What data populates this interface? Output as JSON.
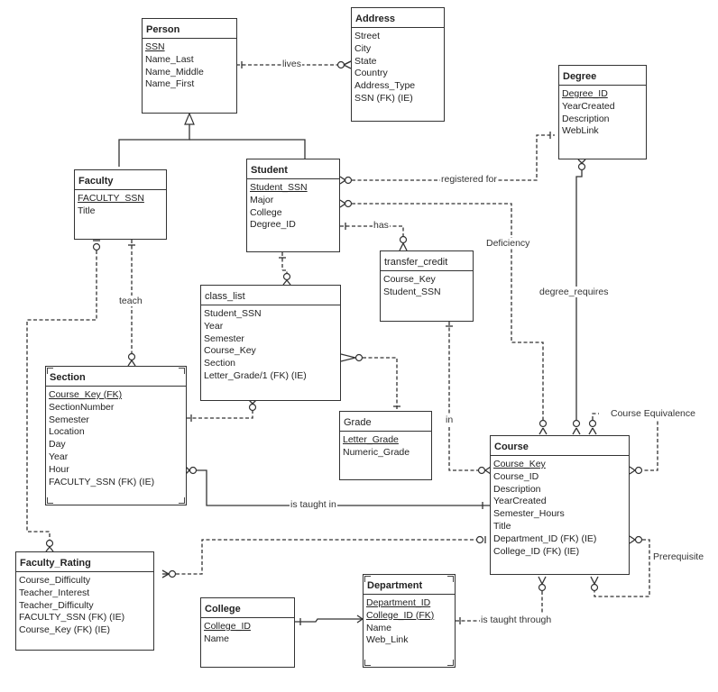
{
  "entities": {
    "person": {
      "name": "Person",
      "attributes": [
        {
          "name": "SSN",
          "pk": true
        },
        {
          "name": "Name_Last"
        },
        {
          "name": "Name_Middle"
        },
        {
          "name": "Name_First"
        }
      ]
    },
    "address": {
      "name": "Address",
      "attributes": [
        {
          "name": "Street"
        },
        {
          "name": "City"
        },
        {
          "name": "State"
        },
        {
          "name": "Country"
        },
        {
          "name": "Address_Type"
        },
        {
          "name": "SSN (FK) (IE)"
        }
      ]
    },
    "degree": {
      "name": "Degree",
      "attributes": [
        {
          "name": "Degree_ID",
          "pk": true
        },
        {
          "name": "YearCreated"
        },
        {
          "name": "Description"
        },
        {
          "name": "WebLink"
        }
      ]
    },
    "faculty": {
      "name": "Faculty",
      "attributes": [
        {
          "name": "FACULTY_SSN",
          "pk": true
        },
        {
          "name": "Title"
        }
      ]
    },
    "student": {
      "name": "Student",
      "attributes": [
        {
          "name": "Student_SSN",
          "pk": true
        },
        {
          "name": "Major"
        },
        {
          "name": "College"
        },
        {
          "name": "Degree_ID"
        }
      ]
    },
    "transfer_credit": {
      "name": "transfer_credit",
      "attributes": [
        {
          "name": "Course_Key"
        },
        {
          "name": "Student_SSN"
        }
      ]
    },
    "class_list": {
      "name": "class_list",
      "attributes": [
        {
          "name": "Student_SSN"
        },
        {
          "name": "Year"
        },
        {
          "name": "Semester"
        },
        {
          "name": "Course_Key"
        },
        {
          "name": "Section"
        },
        {
          "name": "Letter_Grade/1 (FK) (IE)"
        }
      ]
    },
    "section": {
      "name": "Section",
      "attributes": [
        {
          "name": "Course_Key (FK)",
          "pk": true
        },
        {
          "name": "SectionNumber"
        },
        {
          "name": "Semester"
        },
        {
          "name": "Location"
        },
        {
          "name": "Day"
        },
        {
          "name": "Year"
        },
        {
          "name": "Hour"
        },
        {
          "name": "FACULTY_SSN (FK) (IE)"
        }
      ]
    },
    "grade": {
      "name": "Grade",
      "attributes": [
        {
          "name": "Letter_Grade",
          "pk": true
        },
        {
          "name": "Numeric_Grade"
        }
      ]
    },
    "course": {
      "name": "Course",
      "attributes": [
        {
          "name": "Course_Key",
          "pk": true
        },
        {
          "name": "Course_ID"
        },
        {
          "name": "Description"
        },
        {
          "name": "YearCreated"
        },
        {
          "name": "Semester_Hours"
        },
        {
          "name": "Title"
        },
        {
          "name": "Department_ID (FK) (IE)"
        },
        {
          "name": "College_ID (FK) (IE)"
        }
      ]
    },
    "faculty_rating": {
      "name": "Faculty_Rating",
      "attributes": [
        {
          "name": "Course_Difficulty"
        },
        {
          "name": "Teacher_Interest"
        },
        {
          "name": "Teacher_Difficulty"
        },
        {
          "name": "FACULTY_SSN (FK) (IE)"
        },
        {
          "name": "Course_Key (FK) (IE)"
        }
      ]
    },
    "college": {
      "name": "College",
      "attributes": [
        {
          "name": "College_ID",
          "pk": true
        },
        {
          "name": "Name"
        }
      ]
    },
    "department": {
      "name": "Department",
      "attributes": [
        {
          "name": "Department_ID",
          "pk": true
        },
        {
          "name": "College_ID (FK)",
          "pk": true
        },
        {
          "name": "Name"
        },
        {
          "name": "Web_Link"
        }
      ]
    }
  },
  "relationships": {
    "lives": "lives",
    "registered_for": "registered for",
    "has": "has",
    "deficiency": "Deficiency",
    "degree_requires": "degree_requires",
    "teach": "teach",
    "in": "in",
    "course_equivalence": "Course Equivalence",
    "is_taught_in": "is taught in",
    "prerequisite": "Prerequisite",
    "is_taught_through": "is taught through"
  },
  "colors": {
    "line": "#333333",
    "background": "#ffffff"
  }
}
